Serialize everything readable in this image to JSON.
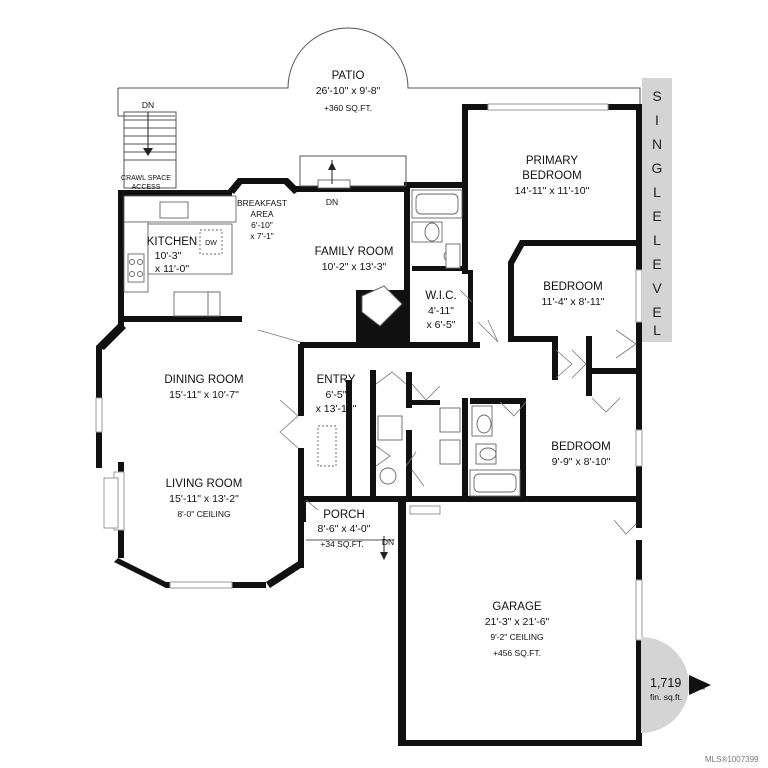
{
  "legend": {
    "single_level": [
      "S",
      "I",
      "N",
      "G",
      "L",
      "E",
      "L",
      "E",
      "V",
      "E",
      "L"
    ],
    "area": "1,719",
    "area_unit": "fin. sq.ft.",
    "north": "N"
  },
  "watermark": "MLS®1007399",
  "rooms": {
    "patio": {
      "name": "PATIO",
      "dims": "26'-10\" x 9'-8\"",
      "note": "+360 SQ.FT."
    },
    "primary_bedroom": {
      "name1": "PRIMARY",
      "name2": "BEDROOM",
      "dims": "14'-11\" x 11'-10\""
    },
    "breakfast": {
      "name1": "BREAKFAST",
      "name2": "AREA",
      "dim1": "6'-10\"",
      "dim2": "x 7'-1\""
    },
    "kitchen": {
      "name": "KITCHEN",
      "dim1": "10'-3\"",
      "dim2": "x 11'-0\""
    },
    "family_room": {
      "name": "FAMILY ROOM",
      "dims": "10'-2\" x 13'-3\""
    },
    "wic": {
      "name": "W.I.C.",
      "dim1": "4'-11\"",
      "dim2": "x 6'-5\""
    },
    "bedroom2": {
      "name": "BEDROOM",
      "dims": "11'-4\" x 8'-11\""
    },
    "dining_room": {
      "name": "DINING ROOM",
      "dims": "15'-11\" x 10'-7\""
    },
    "entry": {
      "name": "ENTRY",
      "dim1": "6'-5\"",
      "dim2": "x 13'-10\""
    },
    "bedroom3": {
      "name": "BEDROOM",
      "dims": "9'-9\" x 8'-10\""
    },
    "living_room": {
      "name": "LIVING ROOM",
      "dims": "15'-11\" x 13'-2\"",
      "note": "8'-0\" CEILING"
    },
    "porch": {
      "name": "PORCH",
      "dims": "8'-6\" x 4'-0\"",
      "note": "+34 SQ.FT."
    },
    "garage": {
      "name": "GARAGE",
      "dims": "21'-3\" x 21'-6\"",
      "note": "9'-2\" CEILING",
      "area": "+456 SQ.FT."
    }
  },
  "annotations": {
    "stairs_dn": "DN",
    "crawl1": "CRAWL SPACE",
    "crawl2": "ACCESS",
    "family_dn": "DN",
    "porch_dn": "DN",
    "dw": "DW"
  }
}
